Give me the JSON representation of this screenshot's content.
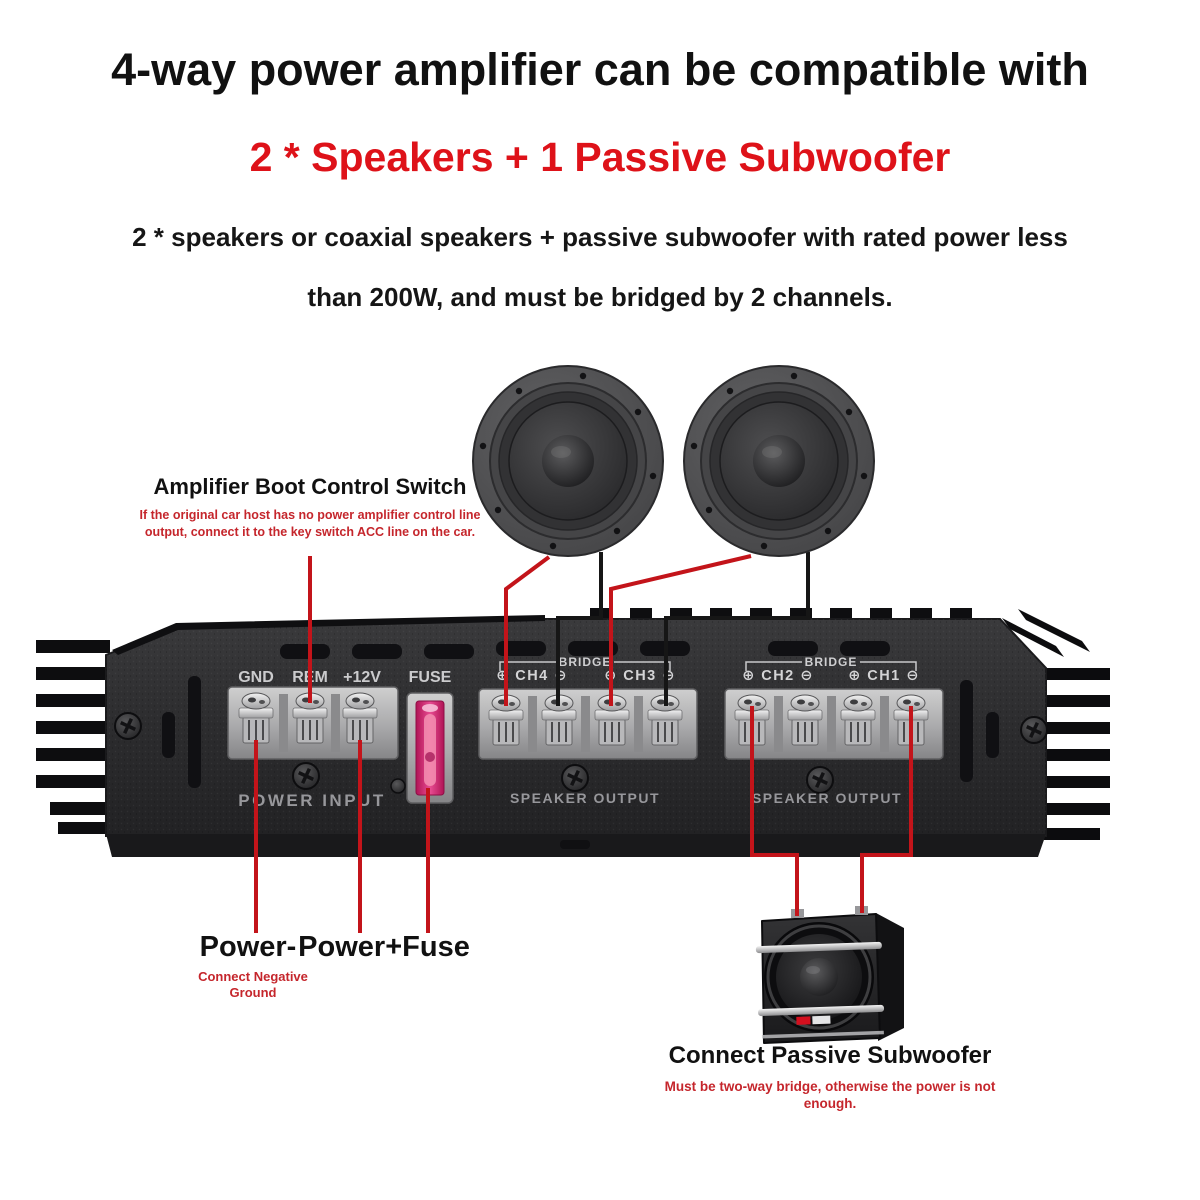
{
  "header": {
    "title": "4-way power amplifier can be compatible with",
    "subtitle": "2 * Speakers + 1 Passive Subwoofer",
    "description": {
      "line1": "2 * speakers or coaxial speakers + passive subwoofer with rated power less",
      "line2": "than 200W, and must be bridged by 2 channels."
    }
  },
  "annotations": {
    "boot_switch": {
      "title": "Amplifier Boot Control Switch",
      "note1": "If the original car host has no power amplifier control line",
      "note2": "output, connect it to the key switch ACC line on the car."
    },
    "power_negative": {
      "title": "Power-",
      "note1": "Connect Negative",
      "note2": "Ground"
    },
    "power_positive": {
      "title": "Power+Fuse"
    },
    "subwoofer": {
      "title": "Connect Passive Subwoofer",
      "note1": "Must be two-way bridge, otherwise the power is not",
      "note2": "enough."
    }
  },
  "amplifier": {
    "power_terminal_labels": {
      "gnd": "GND",
      "rem": "REM",
      "v12": "+12V"
    },
    "fuse_label": "FUSE",
    "bridge_label": "BRIDGE",
    "channels": {
      "ch4": "⊕ CH4 ⊖",
      "ch3": "⊕ CH3 ⊖",
      "ch2": "⊕ CH2 ⊖",
      "ch1": "⊕ CH1 ⊖"
    },
    "section_labels": {
      "power_input": "POWER INPUT",
      "speaker_output": "SPEAKER OUTPUT"
    }
  },
  "colors": {
    "title_red": "#de1219",
    "annotation_red": "#c5262c",
    "wire_red": "#c3141a",
    "wire_black": "#161616",
    "amp_panel": "#2e2e30",
    "fuse_pink": "#e0468a"
  }
}
